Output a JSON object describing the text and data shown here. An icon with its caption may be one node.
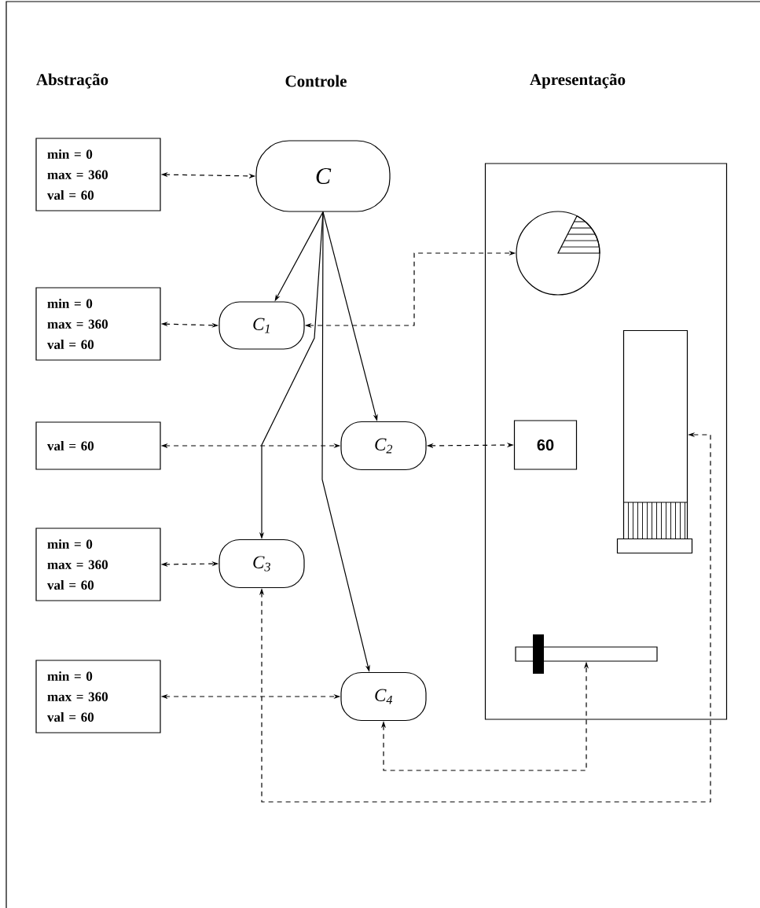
{
  "diagram": {
    "nodes": [
      {
        "text": [
          "min = 0",
          "max = 360",
          "val = 60"
        ]
      },
      {
        "text": [
          "C"
        ]
      },
      {
        "text": [],
        "shape": "box"
      },
      {
        "text": [
          "min = 0",
          "max = 360",
          "val = 60"
        ]
      },
      {
        "text": [
          "C$_{1}$"
        ]
      },
      {
        "text": [],
        "shape": "picture",
        "in": 2
      },
      {
        "text": [],
        "shape": "picture",
        "in": 2
      },
      {
        "text": [
          "val = 60"
        ]
      },
      {
        "text": [
          "C$_{2}$"
        ]
      },
      {
        "text": [
          "60"
        ],
        "in": 2
      },
      {
        "text": [
          "min = 0",
          "max = 360",
          "val = 60"
        ]
      },
      {
        "text": [
          "C$_{3}$"
        ]
      },
      {
        "text": [],
        "shape": "picture",
        "in": 2
      },
      {
        "text": [
          "min = 0",
          "max = 360",
          "val = 60"
        ]
      },
      {
        "text": [
          "C$_{4}$"
        ]
      }
    ],
    "edges": [
      {
        "from": 0,
        "to": 1,
        "arrow": "both",
        "style": "dashed"
      },
      {
        "from": 1,
        "to": 4,
        "arrow": "to"
      },
      {
        "from": 1,
        "to": 8,
        "arrow": "to"
      },
      {
        "from": 1,
        "to": 11,
        "arrow": "to"
      },
      {
        "from": 1,
        "to": 14,
        "arrow": "to"
      },
      {
        "from": 3,
        "to": 4,
        "arrow": "both",
        "style": "dashed"
      },
      {
        "from": 4,
        "to": 5,
        "arrow": "both",
        "style": "dashed"
      },
      {
        "from": 7,
        "to": 8,
        "arrow": "both",
        "style": "dashed"
      },
      {
        "from": 8,
        "to": 9,
        "arrow": "both",
        "style": "dashed"
      },
      {
        "from": 10,
        "to": 11,
        "arrow": "both",
        "style": "dashed"
      },
      {
        "from": 11,
        "to": 6,
        "arrow": "both",
        "style": "dashed"
      },
      {
        "from": 13,
        "to": 14,
        "arrow": "both",
        "style": "dashed"
      },
      {
        "from": 14,
        "to": 12,
        "arrow": "both",
        "style": "dashed"
      }
    ],
    "labels": [
      "Abstração",
      "Controle",
      "Apresentação"
    ]
  }
}
